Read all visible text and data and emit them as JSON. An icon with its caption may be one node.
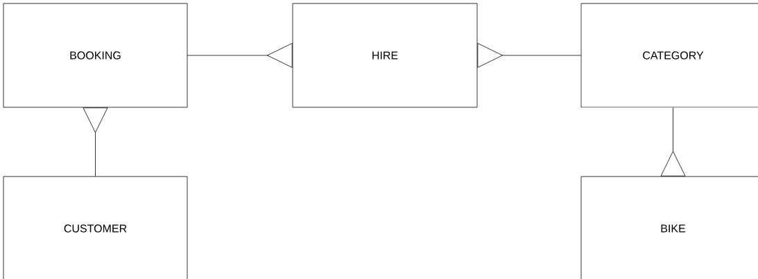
{
  "diagram": {
    "nodes": [
      {
        "text": [
          "BOOKING"
        ]
      },
      {
        "text": [
          "HIRE"
        ]
      },
      {
        "text": [
          "CATEGORY"
        ]
      },
      {
        "text": [
          "CUSTOMER"
        ]
      },
      {
        "text": [
          "BIKE"
        ]
      }
    ],
    "edges": [
      {
        "from": 0,
        "to": 1,
        "arrow": "other"
      },
      {
        "from": 2,
        "to": 1,
        "arrow": "other"
      },
      {
        "from": 3,
        "to": 0,
        "arrow": "other"
      },
      {
        "from": 2,
        "to": 4,
        "arrow": "other"
      }
    ]
  }
}
